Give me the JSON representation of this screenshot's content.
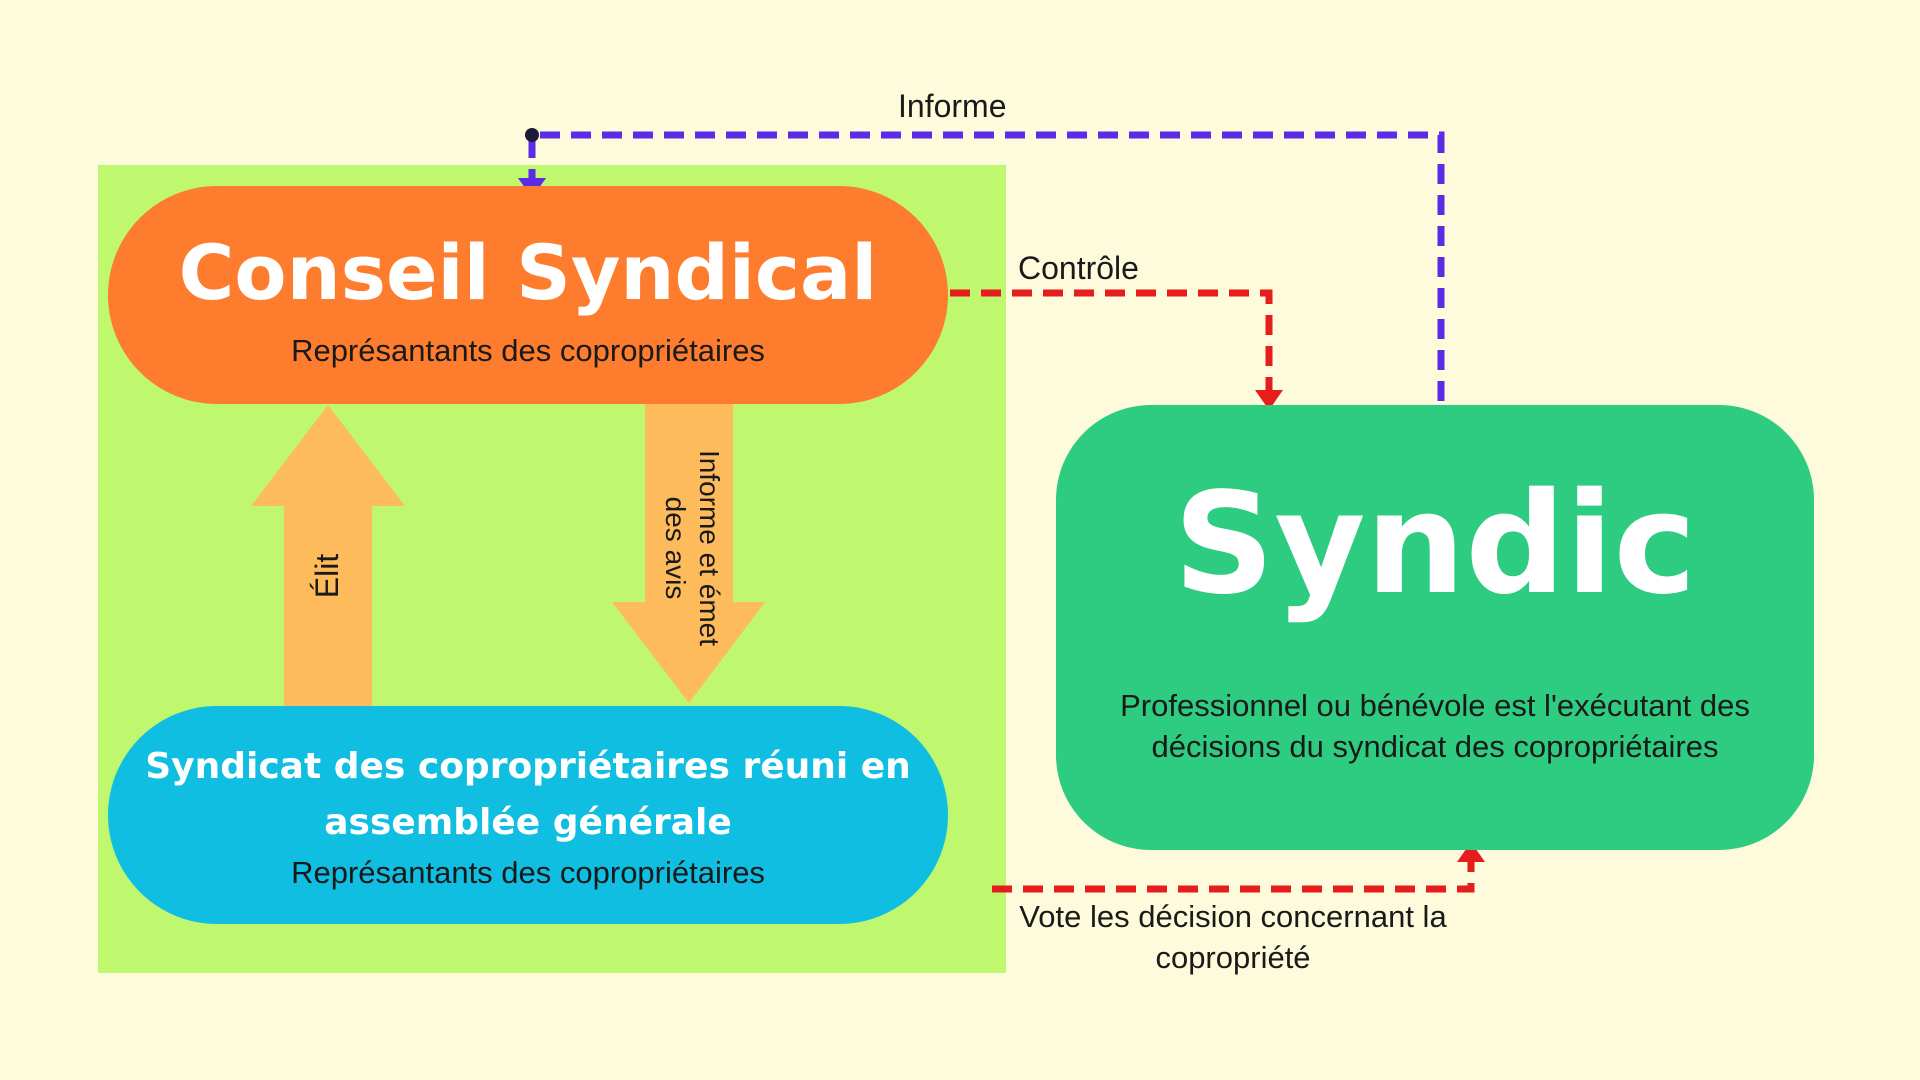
{
  "nodes": {
    "conseil": {
      "title": "Conseil Syndical",
      "subtitle": "Représantants des copropriétaires"
    },
    "syndicat": {
      "title": "Syndicat des copropriétaires réuni en assemblée générale",
      "subtitle": "Représantants des copropriétaires"
    },
    "syndic": {
      "title": "Syndic",
      "description": "Professionnel ou bénévole est l'exécutant des décisions du syndicat des copropriétaires"
    }
  },
  "edges": {
    "informe": "Informe",
    "controle": "Contrôle",
    "vote": "Vote les décision concernant la copropriété",
    "elit": "Élit",
    "informe_avis": "Informe et émet des avis"
  },
  "colors": {
    "background": "#fdfbdb",
    "panel": "#bff76e",
    "conseil": "#fd7c2e",
    "syndicat": "#0fbee0",
    "syndic": "#2ecc80",
    "big_arrows": "#fdbb5c",
    "informe_line": "#5b2be6",
    "controle_line": "#e51d1d"
  }
}
